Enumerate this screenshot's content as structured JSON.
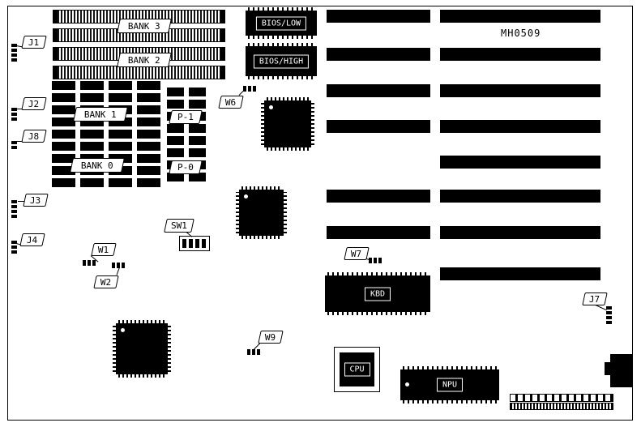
{
  "board": {
    "part_number": "MH0509"
  },
  "memory": {
    "bank3_label": "BANK 3",
    "bank2_label": "BANK 2",
    "bank1_label": "BANK 1",
    "bank0_label": "BANK 0",
    "parity1_label": "P-1",
    "parity0_label": "P-0"
  },
  "chips": {
    "bios_low": "BIOS/LOW",
    "bios_high": "BIOS/HIGH",
    "keyboard_controller": "KBD",
    "cpu": "CPU",
    "npu": "NPU"
  },
  "jumpers": {
    "j1": "J1",
    "j2": "J2",
    "j3": "J3",
    "j4": "J4",
    "j7": "J7",
    "j8": "J8",
    "w1": "W1",
    "w2": "W2",
    "w6": "W6",
    "w7": "W7",
    "w9": "W9",
    "sw1": "SW1"
  },
  "colors": {
    "chip_fill": "#000000",
    "board_bg": "#ffffff",
    "outline": "#000000"
  }
}
